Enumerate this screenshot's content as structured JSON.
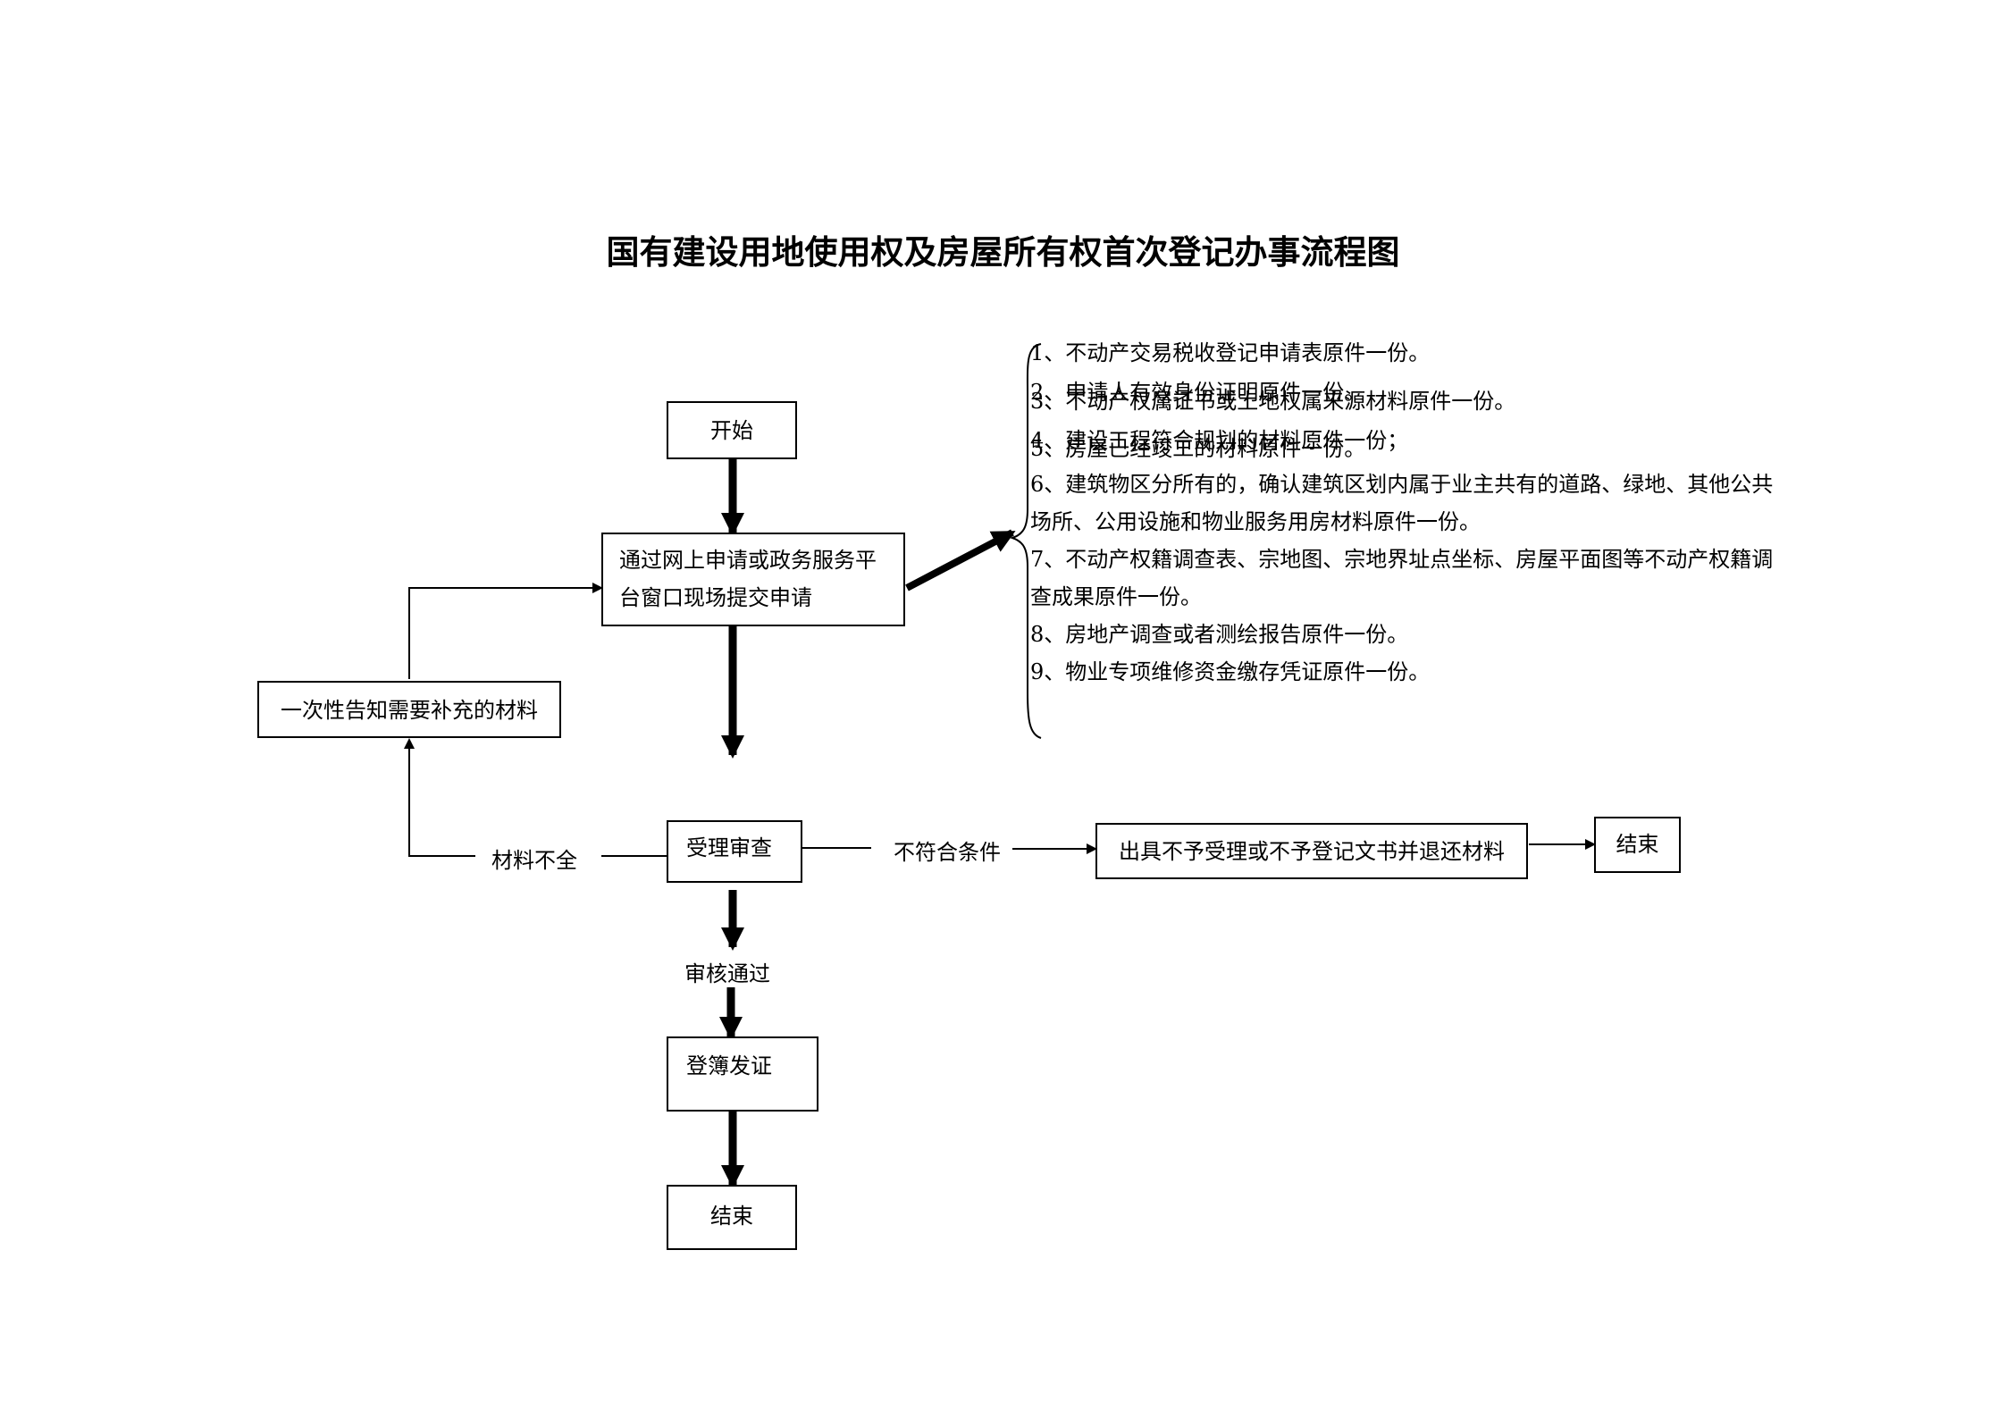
{
  "title": "国有建设用地使用权及房屋所有权首次登记办事流程图",
  "nodes": {
    "start": "开始",
    "apply": "通过网上申请或政务服务平台窗口现场提交申请",
    "supplement": "一次性告知需要补充的材料",
    "review": "受理审查",
    "reject": "出具不予受理或不予登记文书并退还材料",
    "end_reject": "结束",
    "register": "登簿发证",
    "end": "结束"
  },
  "labels": {
    "incomplete": "材料不全",
    "not_qualified": "不符合条件",
    "approved": "审核通过"
  },
  "requirements": [
    "1、不动产交易税收登记申请表原件一份。",
    "2、申请人有效身份证明原件一份。",
    "3、不动产权属证书或土地权属来源材料原件一份。",
    "4、建设工程符合规划的材料原件一份；",
    "5、房屋已经竣工的材料原件一份。",
    "6、建筑物区分所有的，确认建筑区划内属于业主共有的道路、绿地、其他公共",
    "场所、公用设施和物业服务用房材料原件一份。",
    "7、不动产权籍调查表、宗地图、宗地界址点坐标、房屋平面图等不动产权籍调",
    "查成果原件一份。",
    "8、房地产调查或者测绘报告原件一份。",
    "9、物业专项维修资金缴存凭证原件一份。"
  ]
}
